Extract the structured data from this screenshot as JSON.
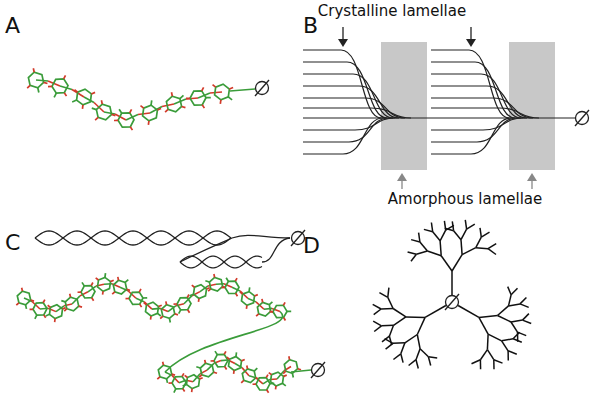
{
  "diagram": {
    "labels": [
      "A",
      "B",
      "C",
      "D",
      "Crystalline lamellae",
      "Amorphous lamellae"
    ]
  }
}
